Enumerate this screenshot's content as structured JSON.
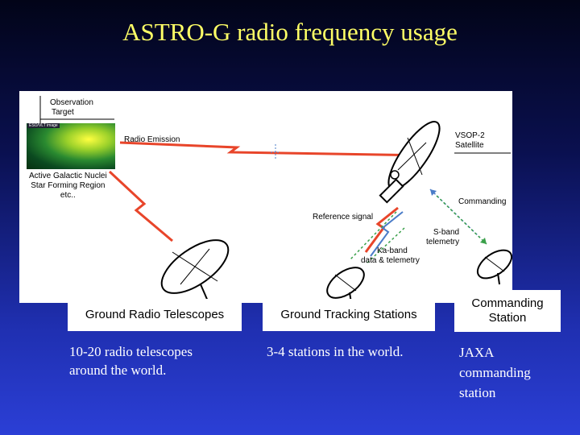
{
  "title": "ASTRO-G radio frequency usage",
  "diagram": {
    "observation_target": [
      "Observation",
      "Target"
    ],
    "galaxy_tag": "ESO/VLT image",
    "radio_emission": "Radio Emission",
    "vsop2": [
      "VSOP-2",
      "Satellite"
    ],
    "agn": [
      "Active Galactic Nuclei",
      "Star Forming Region",
      "etc.."
    ],
    "reference_signal": "Reference signal",
    "commanding": "Commanding",
    "s_band": [
      "S-band",
      "telemetry"
    ],
    "ka_band": [
      "Ka-band",
      "data & telemetry"
    ]
  },
  "columns": [
    {
      "label": "Ground Radio Telescopes",
      "description": [
        "10-20 radio telescopes",
        "around the world."
      ]
    },
    {
      "label": "Ground Tracking Stations",
      "description": [
        "3-4 stations in the world."
      ]
    },
    {
      "label": [
        "Commanding",
        "Station"
      ],
      "description": [
        "JAXA",
        "commanding",
        "station"
      ]
    }
  ],
  "colors": {
    "title": "#ffff66",
    "background_top": "#020418",
    "background_bottom": "#2b3fd6",
    "lightning": "#e8452a",
    "commanding_arrow": "#4a7cc8",
    "telemetry_arrow": "#3aa04a"
  }
}
